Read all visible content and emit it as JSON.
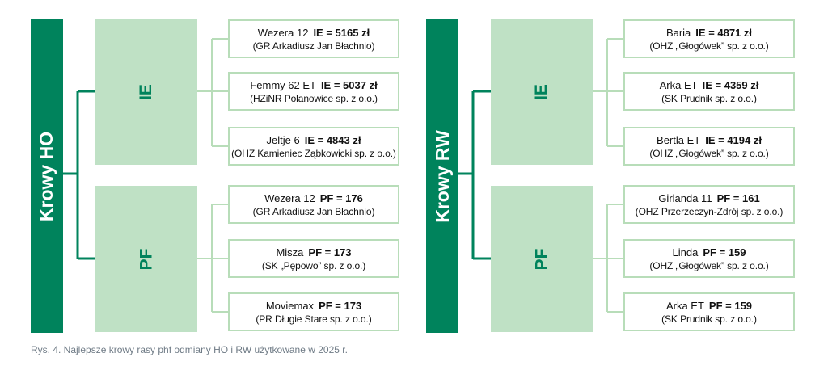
{
  "colors": {
    "bar": "#00835c",
    "category": "#bfe1c5",
    "border": "#b8ddb9",
    "line_main": "#00835c",
    "line_branch": "#b8ddb9"
  },
  "panels": [
    {
      "title": "Krowy HO",
      "groups": [
        {
          "label": "IE",
          "items": [
            {
              "name": "Wezera 12",
              "value": "IE = 5165 zł",
              "owner": "(GR Arkadiusz Jan Błachnio)"
            },
            {
              "name": "Femmy 62 ET",
              "value": "IE = 5037 zł",
              "owner": "(HZiNR Polanowice sp. z o.o.)"
            },
            {
              "name": "Jeltje 6",
              "value": "IE = 4843 zł",
              "owner": "(OHZ Kamieniec Ząbkowicki sp. z o.o.)"
            }
          ]
        },
        {
          "label": "PF",
          "items": [
            {
              "name": "Wezera 12",
              "value": "PF = 176",
              "owner": "(GR Arkadiusz Jan Błachnio)"
            },
            {
              "name": "Misza",
              "value": "PF = 173",
              "owner": "(SK „Pępowo” sp. z o.o.)"
            },
            {
              "name": "Moviemax",
              "value": "PF = 173",
              "owner": "(PR Długie Stare sp. z o.o.)"
            }
          ]
        }
      ]
    },
    {
      "title": "Krowy RW",
      "groups": [
        {
          "label": "IE",
          "items": [
            {
              "name": "Baria",
              "value": "IE = 4871 zł",
              "owner": "(OHZ „Głogówek” sp. z o.o.)"
            },
            {
              "name": "Arka ET",
              "value": "IE = 4359 zł",
              "owner": "(SK Prudnik sp. z o.o.)"
            },
            {
              "name": "Bertla ET",
              "value": "IE = 4194 zł",
              "owner": "(OHZ „Głogówek” sp. z o.o.)"
            }
          ]
        },
        {
          "label": "PF",
          "items": [
            {
              "name": "Girlanda 11",
              "value": "PF = 161",
              "owner": "(OHZ Przerzeczyn-Zdrój sp. z o.o.)"
            },
            {
              "name": "Linda",
              "value": "PF = 159",
              "owner": "(OHZ „Głogówek” sp. z o.o.)"
            },
            {
              "name": "Arka ET",
              "value": "PF = 159",
              "owner": "(SK Prudnik sp. z o.o.)"
            }
          ]
        }
      ]
    }
  ],
  "caption": "Rys. 4. Najlepsze krowy rasy phf odmiany HO i RW użytkowane w 2025 r."
}
